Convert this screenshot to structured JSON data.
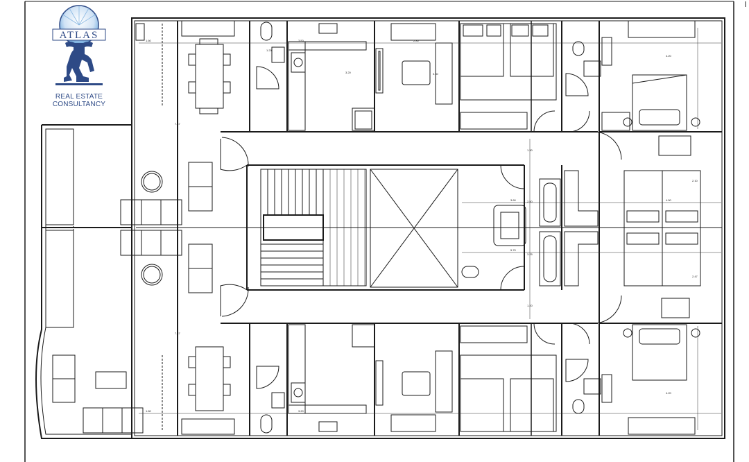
{
  "logo": {
    "word": "ATLAS",
    "line1": "REAL ESTATE",
    "line2": "CONSULTANCY",
    "colors": {
      "primary": "#2e4a86",
      "sky": "#7fb2e0"
    }
  },
  "plan": {
    "line_color": "#1a1a1a",
    "dimension_labels": [
      "1.60",
      "7.47",
      "3.50",
      "3.20",
      "2.80",
      "3.50",
      "1.30",
      "1.20",
      "4.20",
      "2.10",
      "3.60",
      "2.50",
      "4.50",
      "2.47",
      "5.70",
      "3.25",
      "1.20",
      "7.47",
      "1.60",
      "3.20",
      "4.20"
    ]
  }
}
